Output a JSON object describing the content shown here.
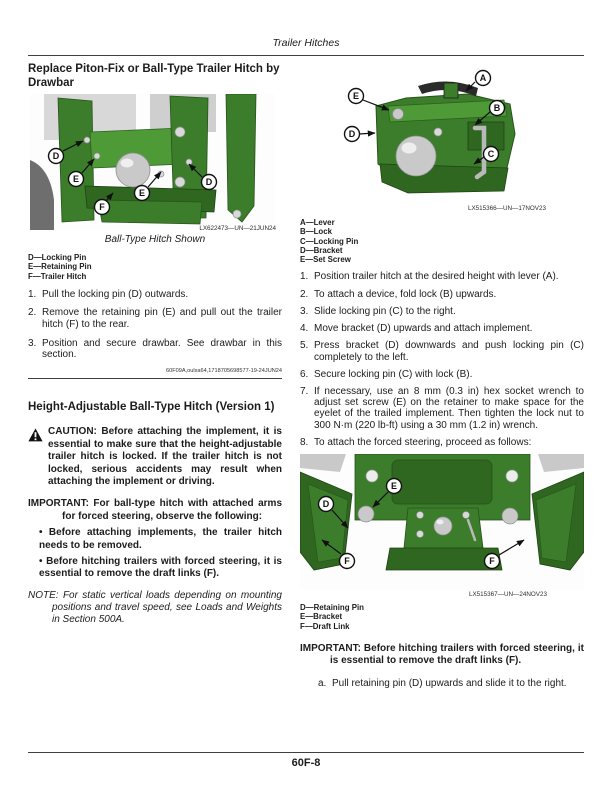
{
  "header": {
    "title": "Trailer Hitches"
  },
  "footer": {
    "page_number": "60F-8"
  },
  "colors": {
    "deere_green": "#3b7d2b",
    "deere_green_dark": "#2f6620",
    "deere_green_light": "#4d9a37",
    "silver": "#c9c9c9"
  },
  "left": {
    "heading1": "Replace Piton-Fix or Ball-Type Trailer Hitch by Drawbar",
    "figA": {
      "image_id": "LX622473—UN—21JUN24",
      "caption": "Ball-Type Hitch Shown",
      "callouts": [
        "D",
        "E",
        "F",
        "E",
        "D"
      ]
    },
    "legendA": [
      "D—Locking Pin",
      "E—Retaining Pin",
      "F—Trailer Hitch"
    ],
    "steps": [
      {
        "num": "1.",
        "text": "Pull the locking pin (D) outwards."
      },
      {
        "num": "2.",
        "text": "Remove the retaining pin (E) and pull out the trailer hitch (F) to the rear."
      },
      {
        "num": "3.",
        "text": "Position and secure drawbar. See drawbar in this section."
      }
    ],
    "doc_code": "60F09A,oulxa64,1718705698577-19-24JUN24",
    "heading2": "Height-Adjustable Ball-Type Hitch (Version 1)",
    "caution": {
      "label": "CAUTION:",
      "text": "Before attaching the implement, it is essential to make sure that the height-adjustable trailer hitch is locked. If the trailer hitch is not locked, serious accidents may result when attaching the implement or driving."
    },
    "important": {
      "label": "IMPORTANT:",
      "lead": "For ball-type hitch with attached arms for forced steering, observe the following:",
      "bullets": [
        "• Before attaching implements, the trailer hitch needs to be removed.",
        "• Before hitching trailers with forced steering, it is essential to remove the draft links (F)."
      ]
    },
    "note": {
      "label": "NOTE:",
      "text": "For static vertical loads depending on mounting positions and travel speed, see Loads and Weights in Section 500A."
    }
  },
  "right": {
    "figB": {
      "image_id": "LX515366—UN—17NOV23",
      "callouts": [
        "A",
        "E",
        "B",
        "D",
        "C"
      ]
    },
    "legendB": [
      "A—Lever",
      "B—Lock",
      "C—Locking Pin",
      "D—Bracket",
      "E—Set Screw"
    ],
    "steps": [
      {
        "num": "1.",
        "text": "Position trailer hitch at the desired height with lever (A)."
      },
      {
        "num": "2.",
        "text": "To attach a device, fold lock (B) upwards."
      },
      {
        "num": "3.",
        "text": "Slide locking pin (C) to the right."
      },
      {
        "num": "4.",
        "text": "Move bracket (D) upwards and attach implement."
      },
      {
        "num": "5.",
        "text": "Press bracket (D) downwards and push locking pin (C) completely to the left."
      },
      {
        "num": "6.",
        "text": "Secure locking pin (C) with lock (B)."
      },
      {
        "num": "7.",
        "text": "If necessary, use an 8 mm (0.3 in) hex socket wrench to adjust set screw (E) on the retainer to make space for the eyelet of the trailed implement. Then tighten the lock nut to 300 N·m (220 lb-ft) using a 30 mm (1.2 in) wrench."
      },
      {
        "num": "8.",
        "text": "To attach the forced steering, proceed as follows:"
      }
    ],
    "figC": {
      "image_id": "LX515367—UN—24NOV23",
      "callouts": [
        "E",
        "D",
        "F",
        "F"
      ]
    },
    "legendC": [
      "D—Retaining Pin",
      "E—Bracket",
      "F—Draft Link"
    ],
    "important": {
      "label": "IMPORTANT:",
      "text": "Before hitching trailers with forced steering, it is essential to remove the draft links (F)."
    },
    "substep": {
      "num": "a.",
      "text": "Pull retaining pin (D) upwards and slide it to the right."
    }
  }
}
